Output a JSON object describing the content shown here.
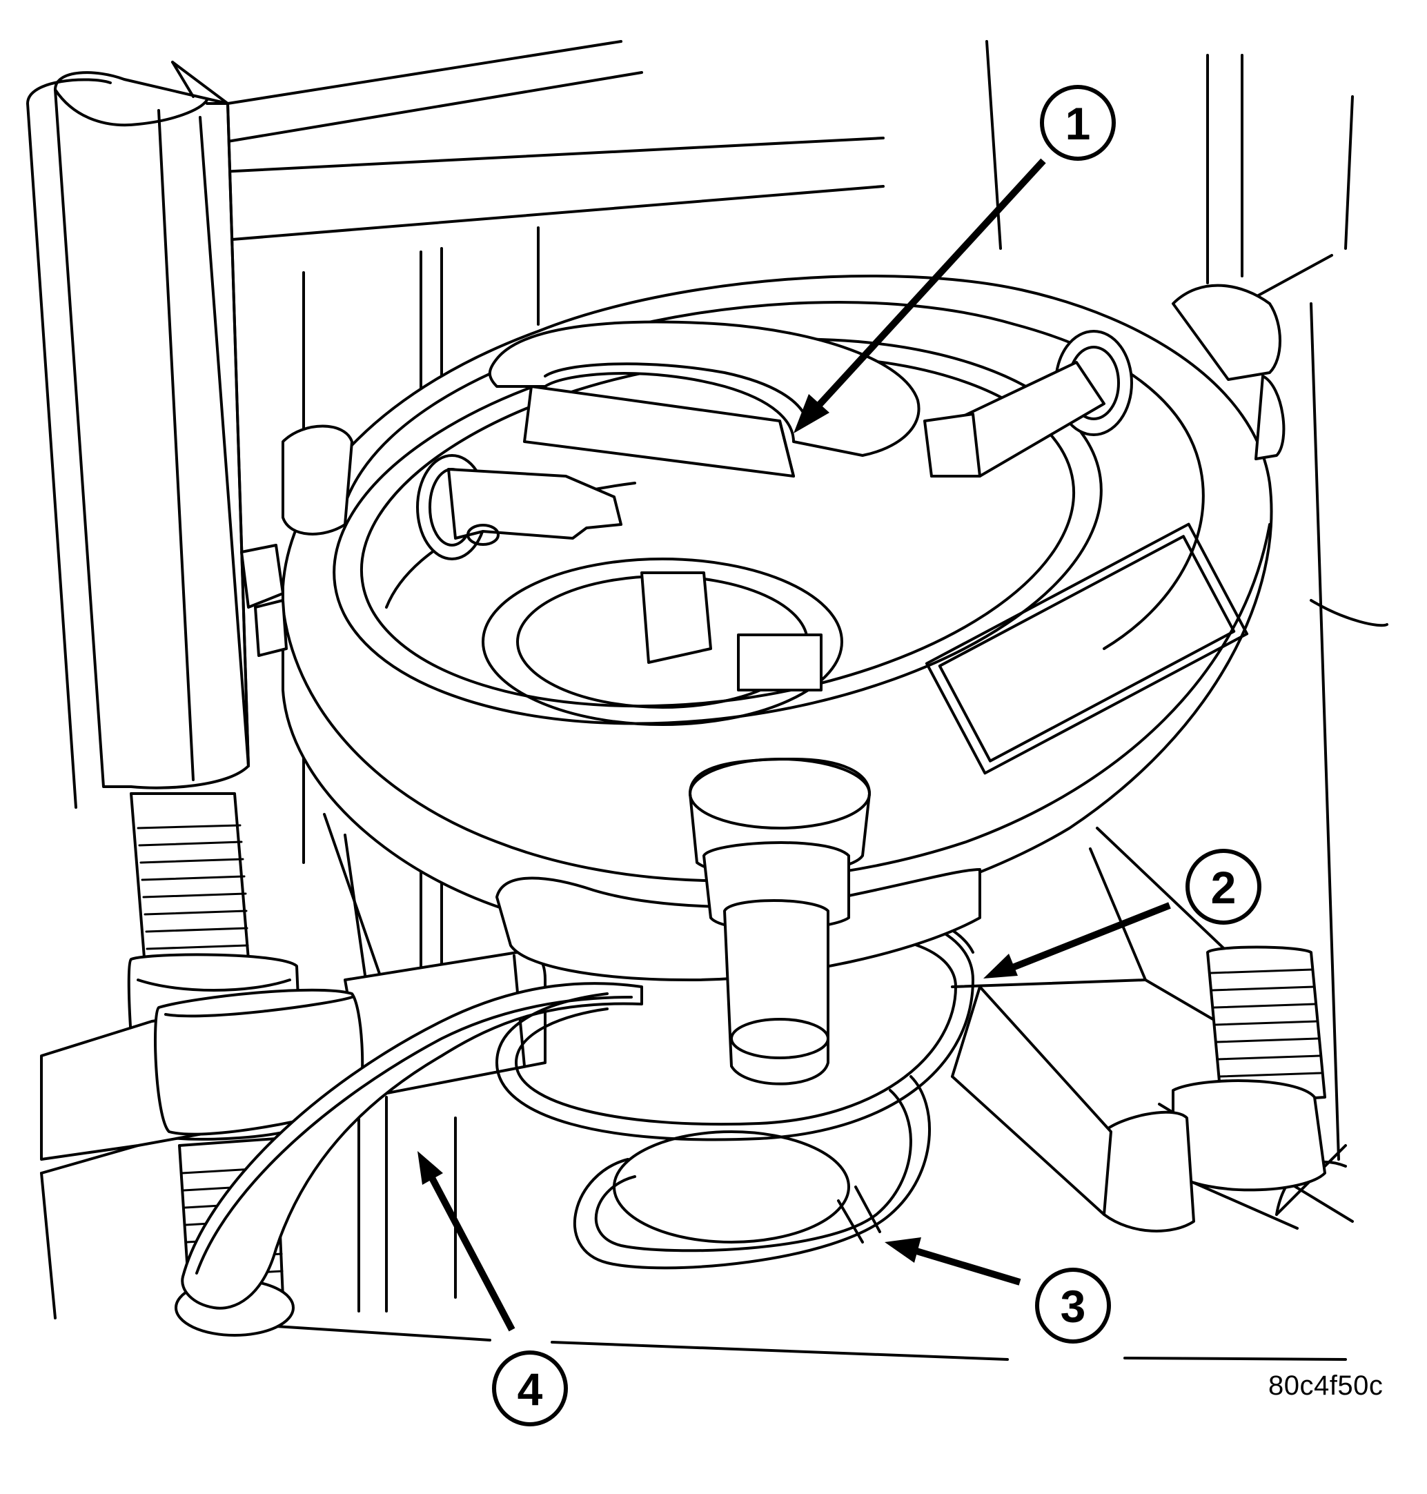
{
  "figure": {
    "code": "80c4f50c",
    "line_color": "#000000",
    "background": "#ffffff"
  },
  "callouts": [
    {
      "label": "1"
    },
    {
      "label": "2"
    },
    {
      "label": "3"
    },
    {
      "label": "4"
    }
  ]
}
